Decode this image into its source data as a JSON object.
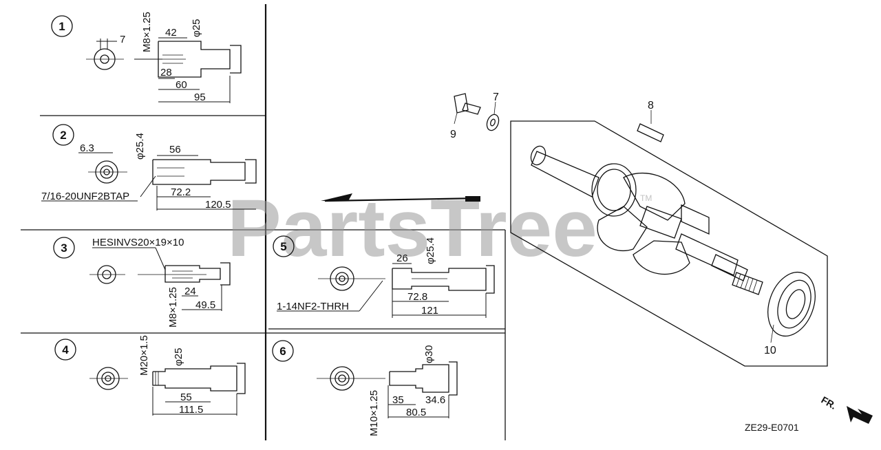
{
  "drawing_code": "ZE29-E0701",
  "watermark": "PartsTree",
  "watermark_tm": "TM",
  "front_label": "FR.",
  "panels": [
    {
      "number": "1",
      "dims": [
        "7",
        "M8×1.25",
        "42",
        "φ25",
        "28",
        "60",
        "95"
      ]
    },
    {
      "number": "2",
      "dims": [
        "6.3",
        "φ25.4",
        "56",
        "72.2",
        "120.5"
      ],
      "thread": "7/16-20UNF2BTAP"
    },
    {
      "number": "3",
      "dims": [
        "M8×1.25",
        "24",
        "49.5"
      ],
      "key": "HESINVS20×19×10"
    },
    {
      "number": "4",
      "dims": [
        "M20×1.5",
        "φ25",
        "55",
        "111.5"
      ]
    },
    {
      "number": "5",
      "dims": [
        "26",
        "φ25.4",
        "72.8",
        "121"
      ],
      "thread": "1-14NF2-THRH"
    },
    {
      "number": "6",
      "dims": [
        "φ30",
        "M10×1.25",
        "35",
        "34.6",
        "80.5"
      ]
    }
  ],
  "callouts": [
    "7",
    "8",
    "9",
    "10"
  ]
}
